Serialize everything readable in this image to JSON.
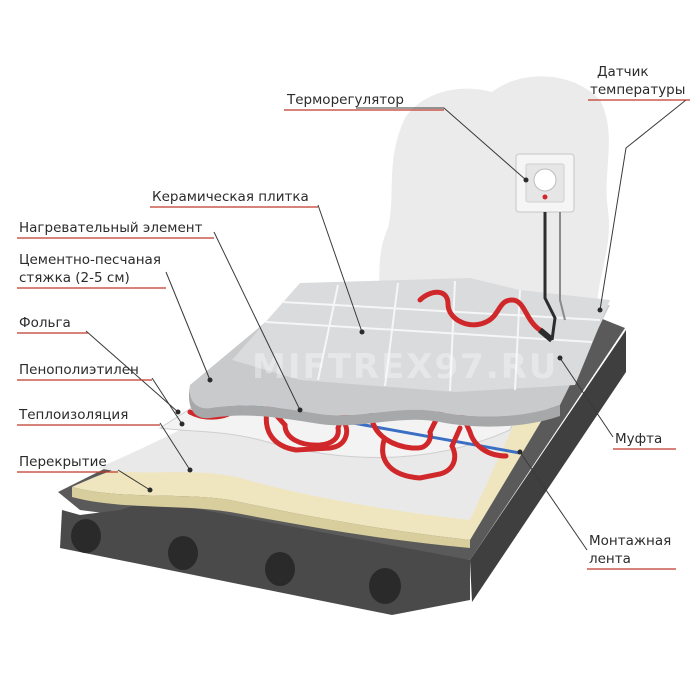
{
  "labels": {
    "thermostat": "Терморегулятор",
    "sensor_line1": "Датчик",
    "sensor_line2": "температуры",
    "tile": "Керамическая плитка",
    "heating_element": "Нагревательный элемент",
    "screed_line1": "Цементно-песчаная",
    "screed_line2": "стяжка (2-5 см)",
    "foil": "Фольга",
    "foam": "Пенополиэтилен",
    "insulation": "Теплоизоляция",
    "slab": "Перекрытие",
    "coupling": "Муфта",
    "tape_line1": "Монтажная",
    "tape_line2": "лента"
  },
  "watermark": "MIFTREX97.RU",
  "colors": {
    "label_text": "#2b2b2b",
    "label_underline": "#c0392b",
    "heating_cable": "#d0282a",
    "mounting_tape": "#3a6fc4",
    "slab": "#4a4a4a",
    "insulation": "#efe6bf",
    "foam": "#e9e9e9",
    "tile": "#d9dbdc",
    "screed": "#c9cacb",
    "wall": "#ebebeb"
  }
}
